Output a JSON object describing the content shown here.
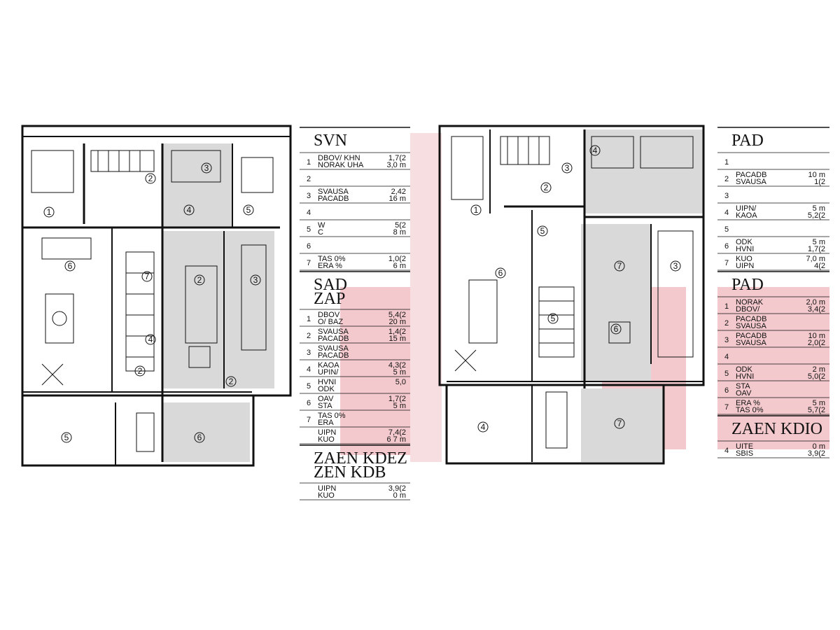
{
  "colors": {
    "wall": "#111111",
    "shade": "#d9d9d9",
    "accent": "#f3c9cd",
    "background": "#ffffff"
  },
  "plan_left": {
    "rooms": [
      {
        "no": "1"
      },
      {
        "no": "2"
      },
      {
        "no": "3"
      },
      {
        "no": "4"
      },
      {
        "no": "5"
      },
      {
        "no": "6"
      },
      {
        "no": "7"
      },
      {
        "no": "2"
      },
      {
        "no": "3"
      },
      {
        "no": "4"
      },
      {
        "no": "5"
      },
      {
        "no": "6"
      },
      {
        "no": "2"
      },
      {
        "no": "2"
      }
    ]
  },
  "plan_right": {
    "rooms": [
      {
        "no": "1"
      },
      {
        "no": "2"
      },
      {
        "no": "3"
      },
      {
        "no": "4"
      },
      {
        "no": "5"
      },
      {
        "no": "6"
      },
      {
        "no": "7"
      },
      {
        "no": "3"
      },
      {
        "no": "5"
      },
      {
        "no": "6"
      },
      {
        "no": "4"
      },
      {
        "no": "7"
      }
    ]
  },
  "table_left": {
    "title_top": "SVN",
    "rows_top": [
      {
        "idx": "1",
        "name_a": "DBOV/ KHN",
        "name_b": "NORAK UHA",
        "area_a": "1,7(2",
        "area_b": "3,0 m"
      },
      {
        "idx": "2",
        "name_a": "",
        "name_b": "",
        "area_a": "",
        "area_b": ""
      },
      {
        "idx": "3",
        "name_a": "SVAUSA",
        "name_b": "PACADB",
        "area_a": "2,42",
        "area_b": "16 m"
      },
      {
        "idx": "4",
        "name_a": "",
        "name_b": "",
        "area_a": "",
        "area_b": ""
      },
      {
        "idx": "5",
        "name_a": "W",
        "name_b": "C",
        "area_a": "5(2",
        "area_b": "8 m"
      },
      {
        "idx": "6",
        "name_a": "",
        "name_b": "",
        "area_a": "",
        "area_b": ""
      },
      {
        "idx": "7",
        "name_a": "TAS 0%",
        "name_b": "ERA %",
        "area_a": "1,0(2",
        "area_b": "6 m"
      }
    ],
    "title_mid": "SAD",
    "subtitle_mid": "ZAP",
    "rows_mid": [
      {
        "idx": "1",
        "name_a": "DBOV",
        "name_b": "O/ BAZ",
        "area_a": "5,4(2",
        "area_b": "20 m"
      },
      {
        "idx": "2",
        "name_a": "SVAUSA",
        "name_b": "PACADB",
        "area_a": "1,4(2",
        "area_b": "15 m"
      },
      {
        "idx": "3",
        "name_a": "SVAUSA",
        "name_b": "PACADB",
        "area_a": "",
        "area_b": ""
      },
      {
        "idx": "4",
        "name_a": "KAOA",
        "name_b": "UPIN/",
        "area_a": "4,3(2",
        "area_b": "5 m"
      },
      {
        "idx": "5",
        "name_a": "HVNI",
        "name_b": "ODK",
        "area_a": "5,0",
        "area_b": ""
      },
      {
        "idx": "6",
        "name_a": "OAV",
        "name_b": "STA",
        "area_a": "1,7(2",
        "area_b": "5 m"
      },
      {
        "idx": "7",
        "name_a": "TAS 0%",
        "name_b": "ERA",
        "area_a": "",
        "area_b": ""
      },
      {
        "idx": "",
        "name_a": "UIPN",
        "name_b": "KUO",
        "area_a": "7,4(2",
        "area_b": "6 7 m"
      }
    ],
    "title_bot": "ZAEN KDEZ",
    "subtitle_bot": "ZEN KDB",
    "rows_bot": [
      {
        "idx": "",
        "name_a": "UIPN",
        "name_b": "KUO",
        "area_a": "3,9(2",
        "area_b": "0 m"
      }
    ]
  },
  "table_right": {
    "title_top": "PAD",
    "rows_top": [
      {
        "idx": "1",
        "name_a": "",
        "name_b": "",
        "area_a": "",
        "area_b": ""
      },
      {
        "idx": "2",
        "name_a": "PACADB",
        "name_b": "SVAUSA",
        "area_a": "10 m",
        "area_b": "1(2"
      },
      {
        "idx": "3",
        "name_a": "",
        "name_b": "",
        "area_a": "",
        "area_b": ""
      },
      {
        "idx": "4",
        "name_a": "UIPN/",
        "name_b": "KAOA",
        "area_a": "5 m",
        "area_b": "5,2(2"
      },
      {
        "idx": "5",
        "name_a": "",
        "name_b": "",
        "area_a": "",
        "area_b": ""
      },
      {
        "idx": "6",
        "name_a": "ODK",
        "name_b": "HVNI",
        "area_a": "5 m",
        "area_b": "1,7(2"
      },
      {
        "idx": "7",
        "name_a": "KUO",
        "name_b": "UIPN",
        "area_a": "7,0 m",
        "area_b": "4(2"
      }
    ],
    "title_mid": "PAD",
    "rows_mid": [
      {
        "idx": "1",
        "name_a": "NORAK",
        "name_b": "DBOV/",
        "area_a": "2,0 m",
        "area_b": "3,4(2"
      },
      {
        "idx": "2",
        "name_a": "PACADB",
        "name_b": "SVAUSA",
        "area_a": "",
        "area_b": ""
      },
      {
        "idx": "3",
        "name_a": "PACADB",
        "name_b": "SVAUSA",
        "area_a": "10 m",
        "area_b": "2,0(2"
      },
      {
        "idx": "4",
        "name_a": "",
        "name_b": "",
        "area_a": "",
        "area_b": ""
      },
      {
        "idx": "5",
        "name_a": "ODK",
        "name_b": "HVNI",
        "area_a": "2 m",
        "area_b": "5,0(2"
      },
      {
        "idx": "6",
        "name_a": "STA",
        "name_b": "OAV",
        "area_a": "",
        "area_b": ""
      },
      {
        "idx": "7",
        "name_a": "ERA %",
        "name_b": "TAS 0%",
        "area_a": "5 m",
        "area_b": "5,7(2"
      }
    ],
    "title_bot": "ZAEN KDIO",
    "rows_bot": [
      {
        "idx": "4",
        "name_a": "UITE",
        "name_b": "SBIS",
        "area_a": "0 m",
        "area_b": "3,9(2"
      }
    ]
  }
}
